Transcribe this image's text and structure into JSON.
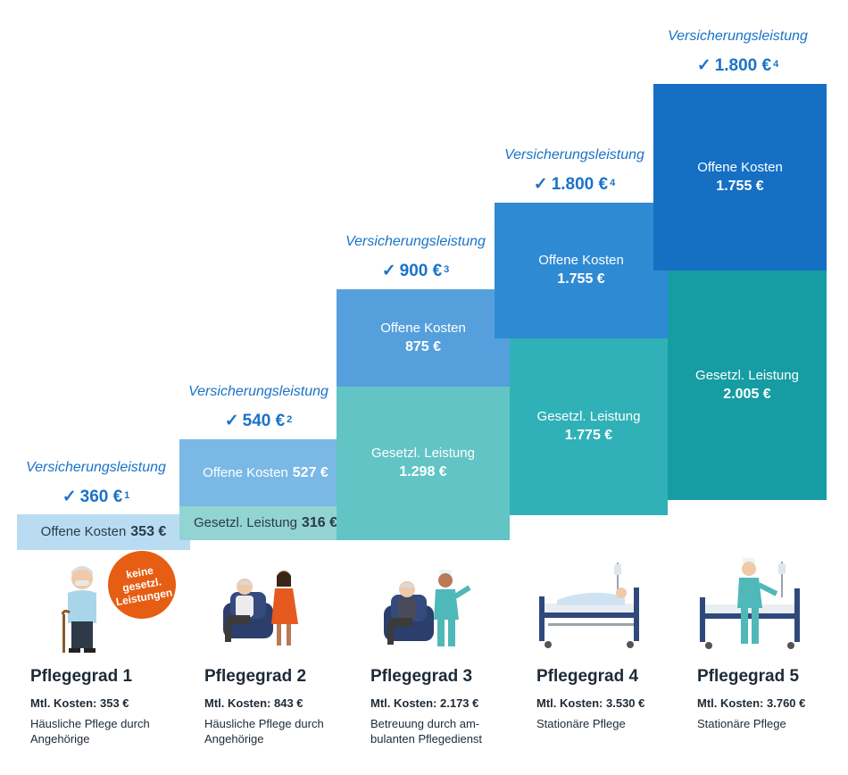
{
  "chart_data": {
    "type": "bar",
    "stacked": true,
    "categories": [
      "Pflegegrad 1",
      "Pflegegrad 2",
      "Pflegegrad 3",
      "Pflegegrad 4",
      "Pflegegrad 5"
    ],
    "series": [
      {
        "name": "Gesetzl. Leistung",
        "values": [
          0,
          316,
          1298,
          1775,
          2005
        ],
        "color": "#5ec3c5"
      },
      {
        "name": "Offene Kosten",
        "values": [
          353,
          527,
          875,
          1755,
          1755
        ],
        "color": "#4a9ad8"
      }
    ],
    "legend": "none",
    "grid": false
  },
  "bars": [
    {
      "offene_label": "Offene Kosten",
      "offene_value": "353 €",
      "offene_color": "#b9dcf2",
      "gesetzl_label": "",
      "gesetzl_value": "",
      "gesetzl_color": "",
      "insurance_title": "Versicherungsleistung",
      "insurance_check": "✓",
      "insurance_value": "360 €",
      "insurance_note": "1"
    },
    {
      "offene_label": "Offene Kosten",
      "offene_value": "527 €",
      "offene_color": "#7ab8e6",
      "gesetzl_label": "Gesetzl. Leistung",
      "gesetzl_value": "316 €",
      "gesetzl_color": "#92d4d2",
      "insurance_title": "Versicherungsleistung",
      "insurance_check": "✓",
      "insurance_value": "540 €",
      "insurance_note": "2"
    },
    {
      "offene_label": "Offene Kosten",
      "offene_value": "875 €",
      "offene_color": "#55a0dc",
      "gesetzl_label": "Gesetzl. Leistung",
      "gesetzl_value": "1.298 €",
      "gesetzl_color": "#63c4c6",
      "insurance_title": "Versicherungsleistung",
      "insurance_check": "✓",
      "insurance_value": "900 €",
      "insurance_note": "3"
    },
    {
      "offene_label": "Offene Kosten",
      "offene_value": "1.755 €",
      "offene_color": "#2f8ad4",
      "gesetzl_label": "Gesetzl. Leistung",
      "gesetzl_value": "1.775 €",
      "gesetzl_color": "#2fb1b7",
      "insurance_title": "Versicherungsleistung",
      "insurance_check": "✓",
      "insurance_value": "1.800 €",
      "insurance_note": "4"
    },
    {
      "offene_label": "Offene Kosten",
      "offene_value": "1.755 €",
      "offene_color": "#1570c4",
      "gesetzl_label": "Gesetzl. Leistung",
      "gesetzl_value": "2.005 €",
      "gesetzl_color": "#169ca3",
      "insurance_title": "Versicherungsleistung",
      "insurance_check": "✓",
      "insurance_value": "1.800 €",
      "insurance_note": "4"
    }
  ],
  "grades": [
    {
      "name": "Pflegegrad 1",
      "cost": "Mtl. Kosten: 353 €",
      "desc": "Häusliche Pflege durch\nAngehörige",
      "illustration": "elderly-man-with-cane"
    },
    {
      "name": "Pflegegrad 2",
      "cost": "Mtl. Kosten: 843 €",
      "desc": "Häusliche Pflege durch\nAngehörige",
      "illustration": "elderly-man-armchair-with-woman"
    },
    {
      "name": "Pflegegrad 3",
      "cost": "Mtl. Kosten: 2.173 €",
      "desc": "Betreuung durch am-\nbulanten Pflegedienst",
      "illustration": "elderly-man-armchair-with-nurse"
    },
    {
      "name": "Pflegegrad 4",
      "cost": "Mtl. Kosten: 3.530 €",
      "desc": "Stationäre Pflege",
      "illustration": "patient-in-hospital-bed"
    },
    {
      "name": "Pflegegrad 5",
      "cost": "Mtl. Kosten: 3.760 €",
      "desc": "Stationäre Pflege",
      "illustration": "nurse-at-hospital-bed"
    }
  ],
  "badge_text": "keine\ngesetzl.\nLeistungen",
  "colors": {
    "accent": "#1a73c8",
    "badge": "#e65d14",
    "text": "#1e2a36"
  }
}
